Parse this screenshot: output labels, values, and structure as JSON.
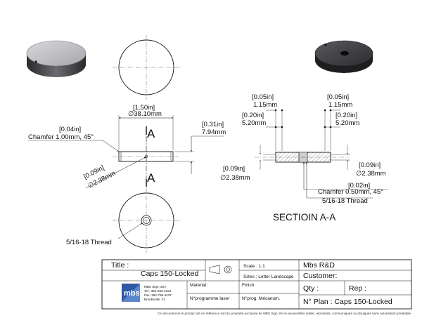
{
  "views": {
    "top_dia_in": "[1.50in]",
    "top_dia_mm": "∅38.10mm",
    "thickness_in": "[0.31in]",
    "thickness_mm": "7.94mm",
    "chamfer_in": "[0.04in]",
    "chamfer_mm": "Chamfer 1.00mm, 45°",
    "hole_in": "[0.09in]",
    "hole_mm": "∅2.38mm",
    "section_letter_top": "A",
    "section_letter_bottom": "A",
    "thread_label": "5/16-18 Thread"
  },
  "section": {
    "title": "SECTIOIN A-A",
    "left_outer_in": "[0.05in]",
    "left_outer_mm": "1.15mm",
    "left_inner_in": "[0.20in]",
    "left_inner_mm": "5.20mm",
    "right_outer_in": "[0.05in]",
    "right_outer_mm": "1.15mm",
    "right_inner_in": "[0.20in]",
    "right_inner_mm": "5.20mm",
    "left_hole_in": "[0.09in]",
    "left_hole_mm": "∅2.38mm",
    "right_hole_in": "[0.09in]",
    "right_hole_mm": "∅2.38mm",
    "chamfer_in": "[0.02in]",
    "chamfer_mm": "Chamfer 0.50mm, 45°",
    "thread_label": "5/16-18 Thread"
  },
  "title_block": {
    "title_label": "Title :",
    "title_value": "Caps 150-Locked",
    "scale": "Scale : 1:1",
    "sizes": "Sizes : Letter Landscape",
    "company": "Mbs R&D",
    "customer": "Customer:",
    "material": "Material:",
    "finish": "Finish",
    "qty": "Qty :",
    "rep": "Rep :",
    "laser": "N°programme laser",
    "mecanum": "N°prog. Mécanum.",
    "plan": "N° Plan : Caps 150-Locked",
    "logo_text": "mbs",
    "addr1": "MBS Sign USA",
    "addr2": "Tel.: 352-593-4151",
    "addr3": "Fax: 352-796-4437",
    "addr4": "Brooksville, FL"
  },
  "footer": "Ce document et le produit cité en référence sont la propriété exclusive de MBS Sign. Ils ne peuventêtre utilisé, reproduits, communiqués ou divulgués sans autorisation préalable"
}
